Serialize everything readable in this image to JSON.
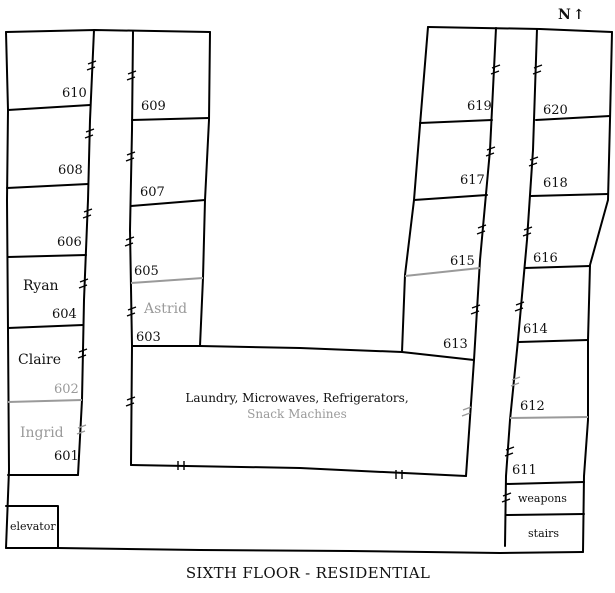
{
  "title": "SIXTH FLOOR - RESIDENTIAL",
  "north": {
    "label": "N",
    "arrow": "↑"
  },
  "rooms": {
    "r601": "601",
    "r602": "602",
    "r603": "603",
    "r604": "604",
    "r605": "605",
    "r606": "606",
    "r607": "607",
    "r608": "608",
    "r609": "609",
    "r610": "610",
    "r611": "611",
    "r612": "612",
    "r613": "613",
    "r614": "614",
    "r615": "615",
    "r616": "616",
    "r617": "617",
    "r618": "618",
    "r619": "619",
    "r620": "620"
  },
  "occupants": {
    "ryan": "Ryan",
    "claire": "Claire",
    "ingrid": "Ingrid",
    "astrid": "Astrid"
  },
  "common_area": {
    "line1": "Laundry, Microwaves, Refrigerators,",
    "line2": "Snack Machines"
  },
  "utilities": {
    "elevator": "elevator",
    "weapons": "weapons",
    "stairs": "stairs"
  },
  "colors": {
    "ink": "#000000",
    "faded": "#9a9a9a"
  }
}
